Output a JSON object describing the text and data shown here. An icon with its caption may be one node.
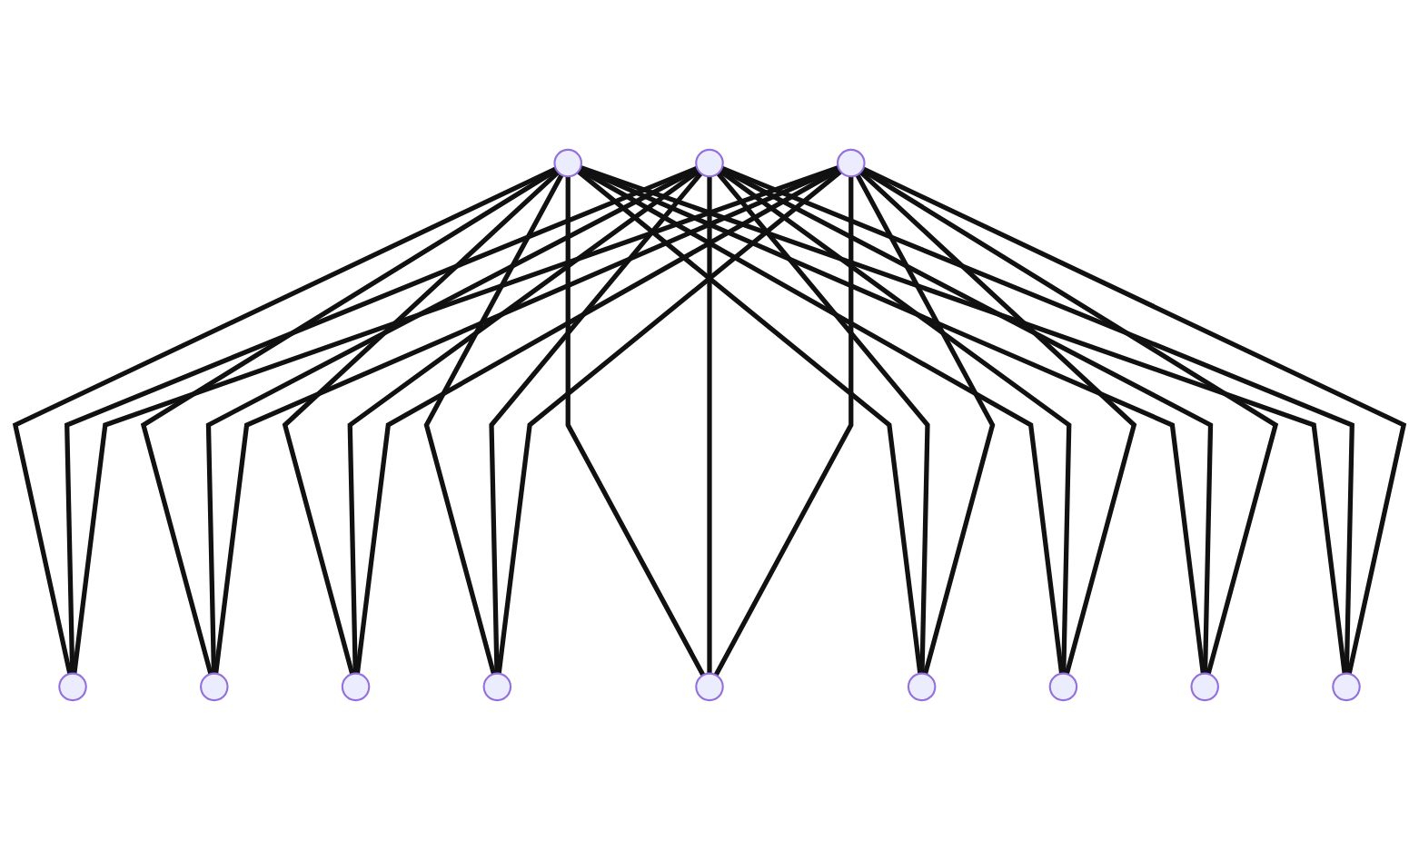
{
  "diagram": {
    "nodes": [
      {
        "text": [],
        "shape": "point"
      },
      {
        "text": [],
        "shape": "point"
      },
      {
        "text": [],
        "shape": "point"
      },
      {
        "text": [],
        "shape": "point"
      },
      {
        "text": [],
        "shape": "point"
      },
      {
        "text": [],
        "shape": "point"
      },
      {
        "text": [],
        "shape": "point"
      },
      {
        "text": [],
        "shape": "point"
      },
      {
        "text": [],
        "shape": "point"
      },
      {
        "text": [],
        "shape": "point"
      },
      {
        "text": [],
        "shape": "point"
      },
      {
        "text": [],
        "shape": "point"
      }
    ],
    "edges": [
      {
        "from": 0,
        "to": 3,
        "arrow": "none"
      },
      {
        "from": 0,
        "to": 4,
        "arrow": "none"
      },
      {
        "from": 0,
        "to": 5,
        "arrow": "none"
      },
      {
        "from": 0,
        "to": 6,
        "arrow": "none"
      },
      {
        "from": 0,
        "to": 7,
        "arrow": "none"
      },
      {
        "from": 0,
        "to": 8,
        "arrow": "none"
      },
      {
        "from": 0,
        "to": 9,
        "arrow": "none"
      },
      {
        "from": 0,
        "to": 10,
        "arrow": "none"
      },
      {
        "from": 0,
        "to": 11,
        "arrow": "none"
      },
      {
        "from": 1,
        "to": 3,
        "arrow": "none"
      },
      {
        "from": 1,
        "to": 4,
        "arrow": "none"
      },
      {
        "from": 1,
        "to": 5,
        "arrow": "none"
      },
      {
        "from": 1,
        "to": 6,
        "arrow": "none"
      },
      {
        "from": 1,
        "to": 7,
        "arrow": "none"
      },
      {
        "from": 1,
        "to": 8,
        "arrow": "none"
      },
      {
        "from": 1,
        "to": 9,
        "arrow": "none"
      },
      {
        "from": 1,
        "to": 10,
        "arrow": "none"
      },
      {
        "from": 1,
        "to": 11,
        "arrow": "none"
      },
      {
        "from": 2,
        "to": 3,
        "arrow": "none"
      },
      {
        "from": 2,
        "to": 4,
        "arrow": "none"
      },
      {
        "from": 2,
        "to": 5,
        "arrow": "none"
      },
      {
        "from": 2,
        "to": 6,
        "arrow": "none"
      },
      {
        "from": 2,
        "to": 7,
        "arrow": "none"
      },
      {
        "from": 2,
        "to": 8,
        "arrow": "none"
      },
      {
        "from": 2,
        "to": 9,
        "arrow": "none"
      },
      {
        "from": 2,
        "to": 10,
        "arrow": "none"
      },
      {
        "from": 2,
        "to": 11,
        "arrow": "none"
      }
    ]
  }
}
